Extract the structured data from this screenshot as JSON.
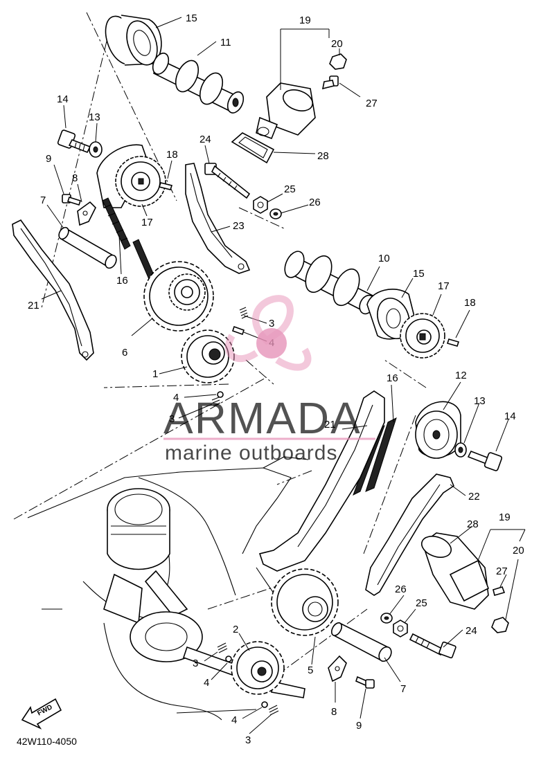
{
  "callouts": [
    {
      "id": "c15a",
      "text": "15"
    },
    {
      "id": "c11",
      "text": "11"
    },
    {
      "id": "c19a",
      "text": "19"
    },
    {
      "id": "c20a",
      "text": "20"
    },
    {
      "id": "c27a",
      "text": "27"
    },
    {
      "id": "c28a",
      "text": "28"
    },
    {
      "id": "c14a",
      "text": "14"
    },
    {
      "id": "c13a",
      "text": "13"
    },
    {
      "id": "c9a",
      "text": "9"
    },
    {
      "id": "c8a",
      "text": "8"
    },
    {
      "id": "c7a",
      "text": "7"
    },
    {
      "id": "c18a",
      "text": "18"
    },
    {
      "id": "c24a",
      "text": "24"
    },
    {
      "id": "c25a",
      "text": "25"
    },
    {
      "id": "c26a",
      "text": "26"
    },
    {
      "id": "c23",
      "text": "23"
    },
    {
      "id": "c17a",
      "text": "17"
    },
    {
      "id": "c16a",
      "text": "16"
    },
    {
      "id": "c21a",
      "text": "21"
    },
    {
      "id": "c6",
      "text": "6"
    },
    {
      "id": "c3a",
      "text": "3"
    },
    {
      "id": "c4a",
      "text": "4"
    },
    {
      "id": "c1",
      "text": "1"
    },
    {
      "id": "c4b",
      "text": "4"
    },
    {
      "id": "c3b",
      "text": "3"
    },
    {
      "id": "c10",
      "text": "10"
    },
    {
      "id": "c15b",
      "text": "15"
    },
    {
      "id": "c17b",
      "text": "17"
    },
    {
      "id": "c18b",
      "text": "18"
    },
    {
      "id": "c16b",
      "text": "16"
    },
    {
      "id": "c12",
      "text": "12"
    },
    {
      "id": "c13b",
      "text": "13"
    },
    {
      "id": "c14b",
      "text": "14"
    },
    {
      "id": "c21b",
      "text": "21"
    },
    {
      "id": "c22",
      "text": "22"
    },
    {
      "id": "c28b",
      "text": "28"
    },
    {
      "id": "c19b",
      "text": "19"
    },
    {
      "id": "c20b",
      "text": "20"
    },
    {
      "id": "c27b",
      "text": "27"
    },
    {
      "id": "c26b",
      "text": "26"
    },
    {
      "id": "c25b",
      "text": "25"
    },
    {
      "id": "c24b",
      "text": "24"
    },
    {
      "id": "c2",
      "text": "2"
    },
    {
      "id": "c3c",
      "text": "3"
    },
    {
      "id": "c4c",
      "text": "4"
    },
    {
      "id": "c5",
      "text": "5"
    },
    {
      "id": "c7b",
      "text": "7"
    },
    {
      "id": "c8b",
      "text": "8"
    },
    {
      "id": "c9b",
      "text": "9"
    },
    {
      "id": "c4d",
      "text": "4"
    },
    {
      "id": "c3d",
      "text": "3"
    }
  ],
  "drawing_code": "42W110-4050",
  "fwd_label": "FWD",
  "watermark": {
    "brand": "ARMADA",
    "tagline": "marine outboards",
    "color": "#e58fb6"
  }
}
